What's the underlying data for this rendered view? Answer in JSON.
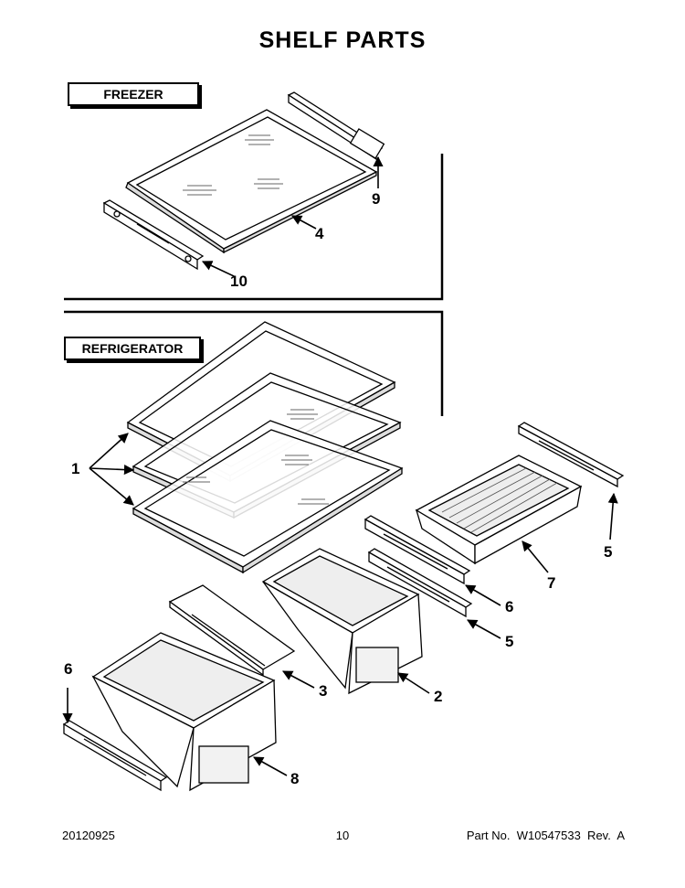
{
  "title": "SHELF PARTS",
  "sections": {
    "freezer": "FREEZER",
    "refrigerator": "REFRIGERATOR"
  },
  "callouts": {
    "c9": "9",
    "c4": "4",
    "c10": "10",
    "c1": "1",
    "c5a": "5",
    "c7": "7",
    "c6a": "6",
    "c5b": "5",
    "c3": "3",
    "c2": "2",
    "c6b": "6",
    "c8": "8"
  },
  "footer": {
    "date": "20120925",
    "page": "10",
    "part": "Part No.  W10547533  Rev.  A"
  }
}
